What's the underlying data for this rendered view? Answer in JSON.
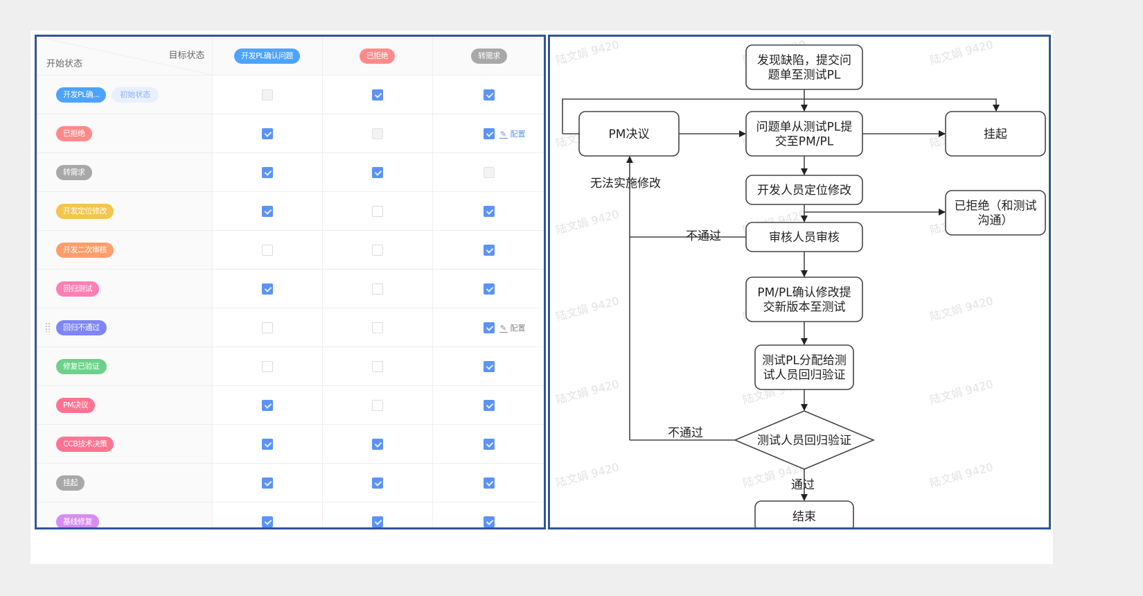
{
  "matrix": {
    "corner": {
      "target_label": "目标状态",
      "start_label": "开始状态"
    },
    "columns": [
      {
        "label": "开发PL确认问题",
        "color": "#4da3ff"
      },
      {
        "label": "已拒绝",
        "color": "#ff8a8a"
      },
      {
        "label": "转需求",
        "color": "#a8a8a8"
      }
    ],
    "rows": [
      {
        "label": "开发PL确...",
        "color": "#4da3ff",
        "badge": "初始状态",
        "cells": [
          "disabled",
          "checked",
          "checked"
        ]
      },
      {
        "label": "已拒绝",
        "color": "#ff8a8a",
        "cells": [
          "checked",
          "disabled",
          "checked"
        ],
        "config": {
          "label": "配置",
          "style": "blue"
        }
      },
      {
        "label": "转需求",
        "color": "#a8a8a8",
        "cells": [
          "checked",
          "checked",
          "disabled"
        ]
      },
      {
        "label": "开发定位修改",
        "color": "#f5c44e",
        "cells": [
          "checked",
          "unchecked",
          "checked"
        ]
      },
      {
        "label": "开发二次审核",
        "color": "#ff9e6b",
        "cells": [
          "unchecked",
          "unchecked",
          "checked"
        ]
      },
      {
        "label": "回归测试",
        "color": "#ff7eb3",
        "cells": [
          "checked",
          "unchecked",
          "checked"
        ]
      },
      {
        "label": "回归不通过",
        "color": "#7f86f7",
        "drag_handle": true,
        "cells": [
          "unchecked",
          "unchecked",
          "checked"
        ],
        "config": {
          "label": "配置",
          "style": "gray"
        }
      },
      {
        "label": "修复已验证",
        "color": "#6cd18a",
        "cells": [
          "unchecked",
          "unchecked",
          "checked"
        ]
      },
      {
        "label": "PM决议",
        "color": "#ff7391",
        "cells": [
          "checked",
          "unchecked",
          "checked"
        ]
      },
      {
        "label": "CCB技术决策",
        "color": "#ff7391",
        "cells": [
          "checked",
          "checked",
          "checked"
        ]
      },
      {
        "label": "挂起",
        "color": "#a8a8a8",
        "cells": [
          "checked",
          "checked",
          "checked"
        ]
      },
      {
        "label": "基线修复",
        "color": "#d68cf2",
        "cells": [
          "checked",
          "checked",
          "checked"
        ]
      }
    ],
    "check_color": "#5b93f7"
  },
  "flowchart": {
    "nodes": {
      "discover": [
        "发现缺陷，提交问",
        "题单至测试PL"
      ],
      "submit_pm": [
        "问题单从测试PL提",
        "交至PM/PL"
      ],
      "pm_decision": [
        "PM决议"
      ],
      "suspend": [
        "挂起"
      ],
      "dev_fix": [
        "开发人员定位修改"
      ],
      "rejected": [
        "已拒绝（和测试",
        "沟通）"
      ],
      "review": [
        "审核人员审核"
      ],
      "confirm": [
        "PM/PL确认修改提",
        "交新版本至测试"
      ],
      "assign": [
        "测试PL分配给测",
        "试人员回归验证"
      ],
      "verify": [
        "测试人员回归验证"
      ],
      "end": [
        "结束"
      ]
    },
    "edge_labels": {
      "cannot_fix": "无法实施修改",
      "review_fail": "不通过",
      "verify_fail": "不通过",
      "verify_pass": "通过"
    },
    "watermark": "陆文娟 9420"
  },
  "frame_color": "#2f5597"
}
